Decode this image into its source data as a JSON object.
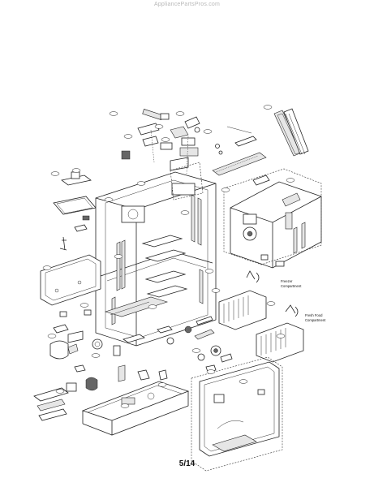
{
  "header": {
    "watermark": "AppliancePartsPros.com"
  },
  "footer": {
    "page_number": "5/14"
  },
  "captions": {
    "freezer": [
      "Freezer",
      "Compartment"
    ],
    "fresh_food": [
      "Fresh Food",
      "Compartment"
    ]
  }
}
